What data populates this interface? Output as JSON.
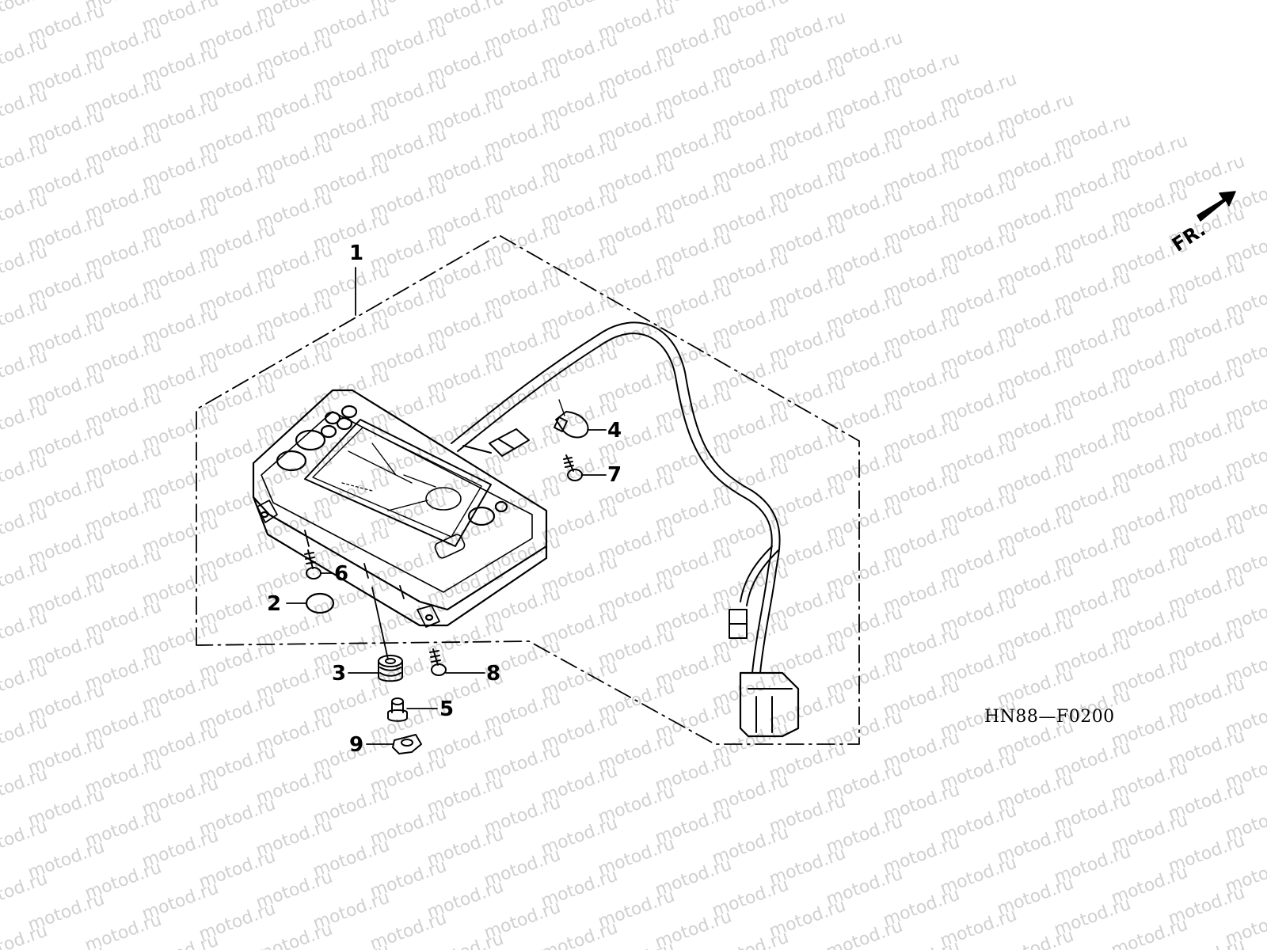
{
  "watermark": {
    "text": "motod.ru"
  },
  "diagram": {
    "code": "HN88—F0200",
    "direction_label": "FR.",
    "callouts": [
      {
        "num": "1",
        "part": "meter-assembly"
      },
      {
        "num": "2",
        "part": "cap"
      },
      {
        "num": "3",
        "part": "rubber-grommet"
      },
      {
        "num": "4",
        "part": "harness-clamp"
      },
      {
        "num": "5",
        "part": "collar"
      },
      {
        "num": "6",
        "part": "screw"
      },
      {
        "num": "7",
        "part": "screw"
      },
      {
        "num": "8",
        "part": "screw"
      },
      {
        "num": "9",
        "part": "nut"
      }
    ]
  }
}
